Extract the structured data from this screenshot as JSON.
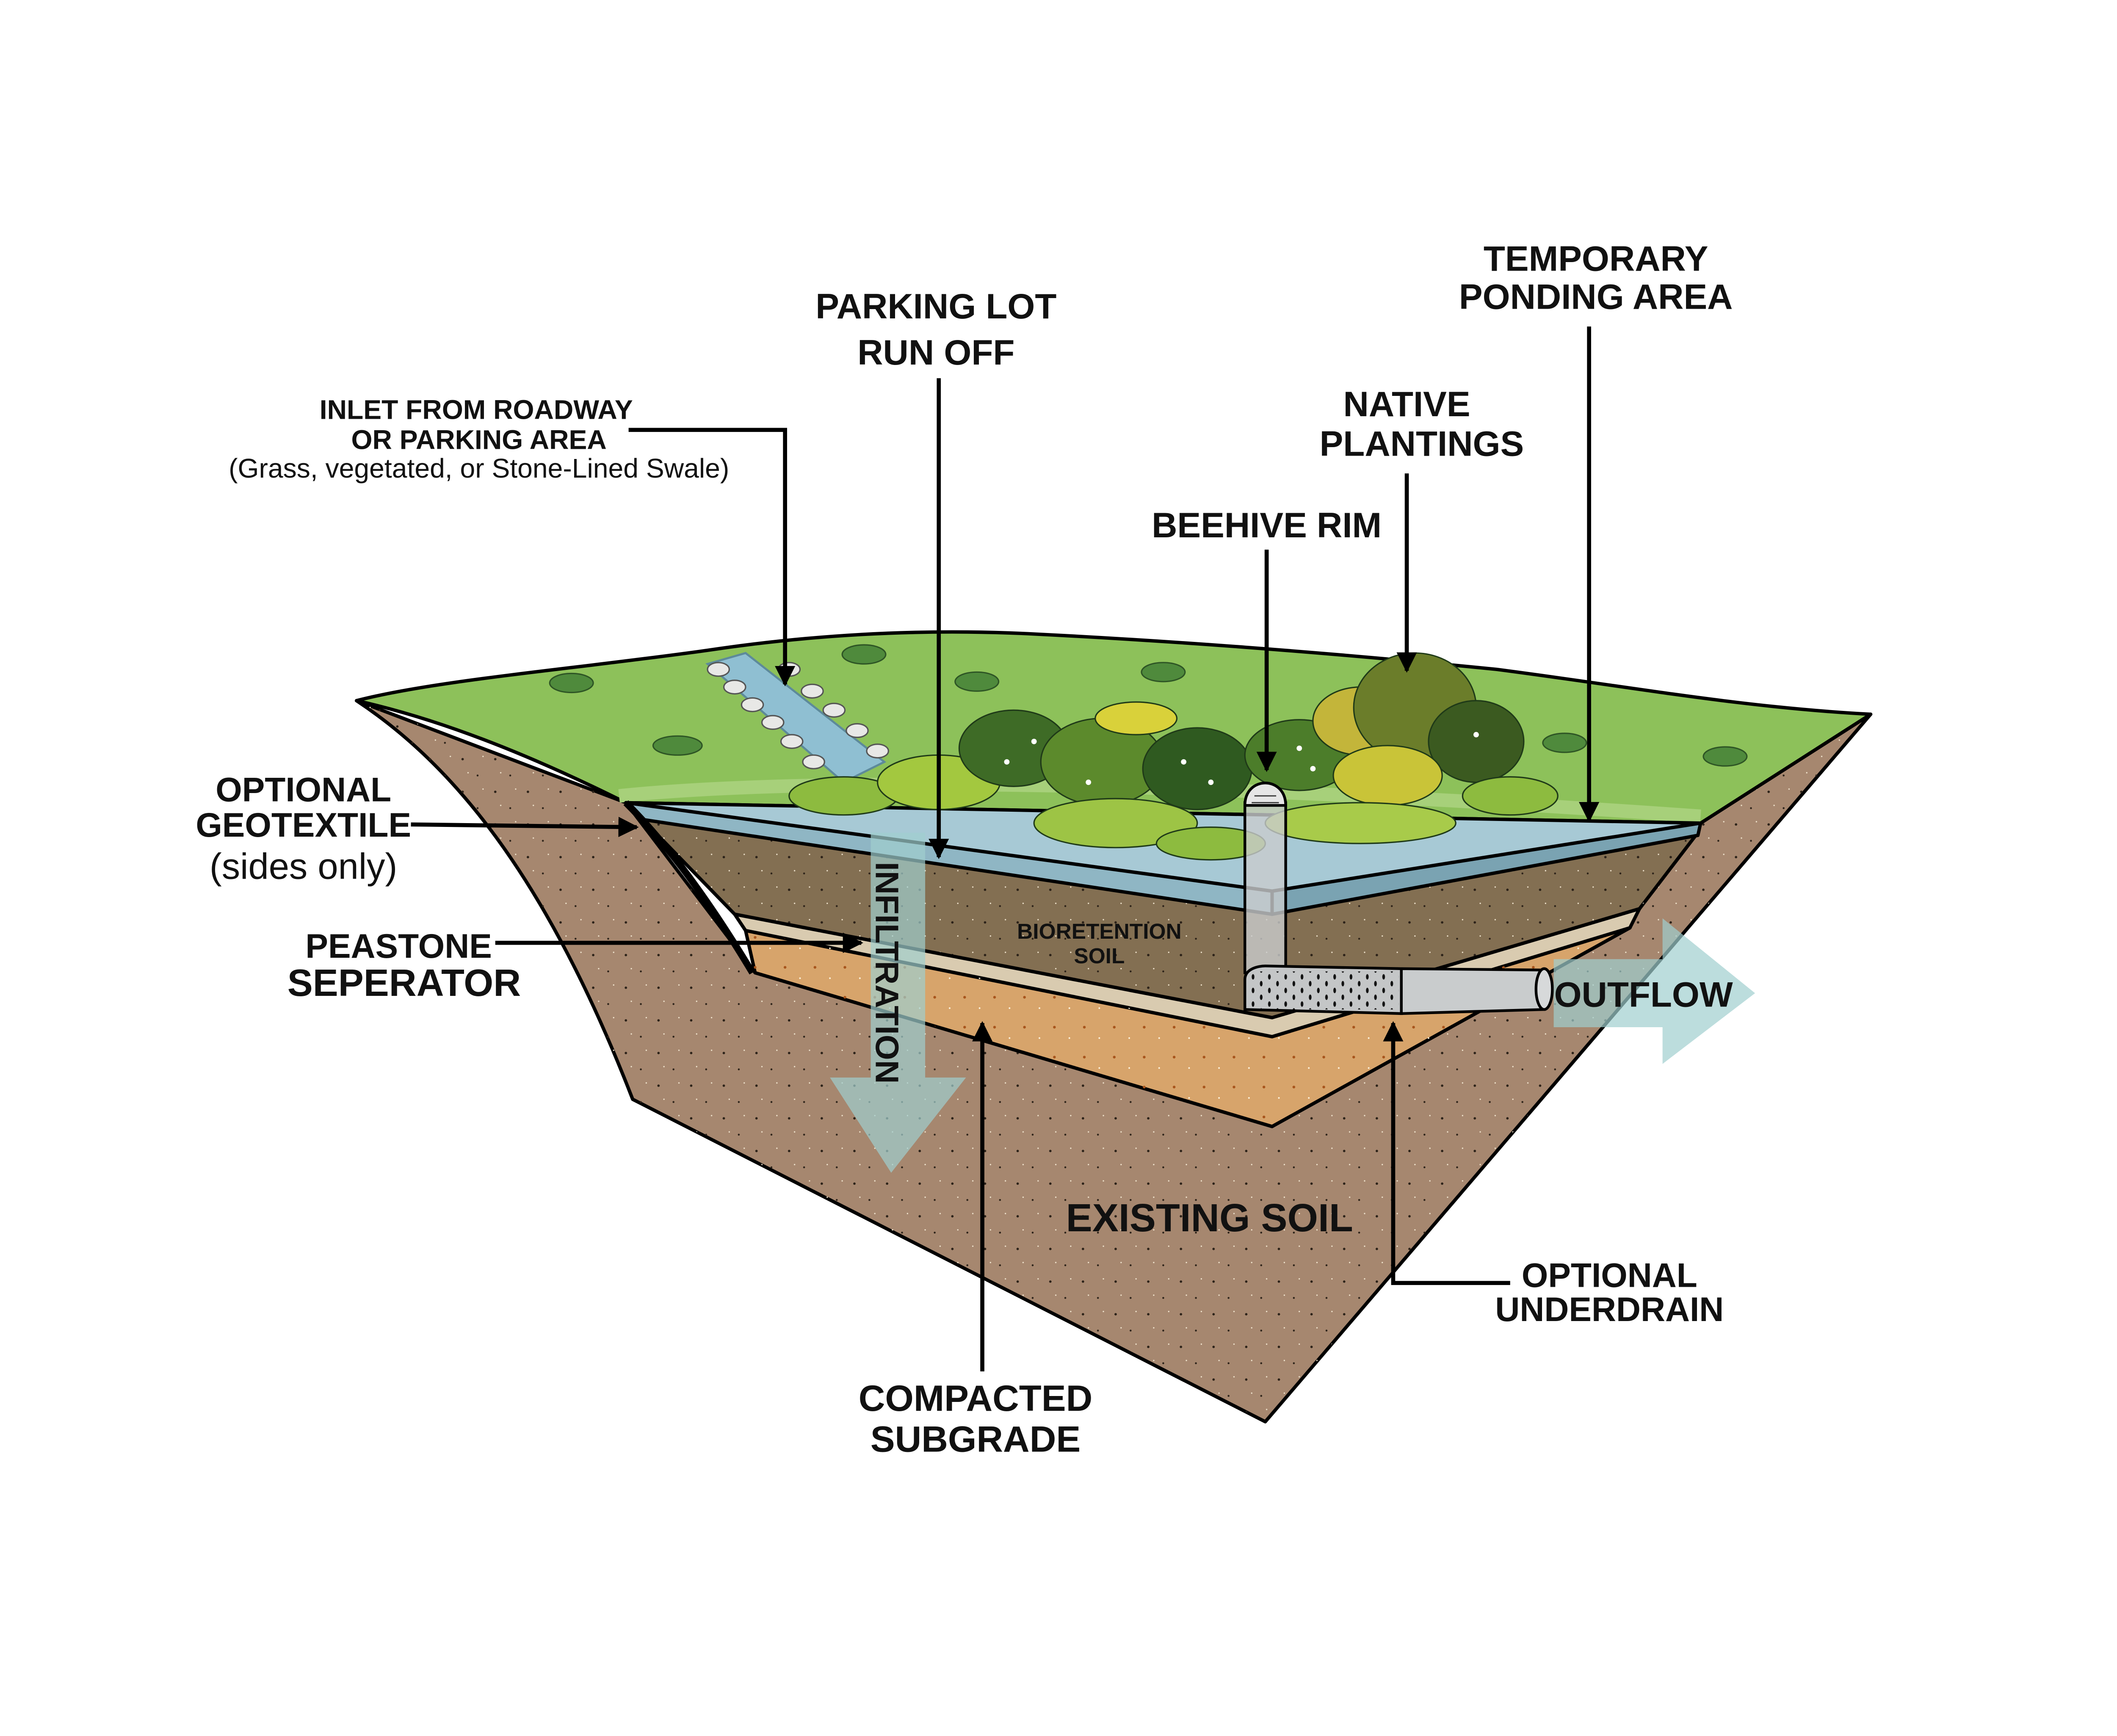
{
  "title": "Bioretention cross-section diagram",
  "colors": {
    "existing_soil": "#a6876f",
    "grass": "#8dc15a",
    "ponding_water": "#8fb6c4",
    "bioretention_soil": "#836f52",
    "peastone": "#d9cbb0",
    "subgrade": "#d7a46b",
    "flow_arrow": "#9fcfcf",
    "pipe": "#c9cccd"
  },
  "labels": {
    "inlet": {
      "line1": "INLET FROM ROADWAY",
      "line2": "OR PARKING AREA",
      "note": "(Grass, vegetated, or Stone-Lined Swale)"
    },
    "runoff": {
      "line1": "PARKING LOT",
      "line2": "RUN OFF"
    },
    "ponding": {
      "line1": "TEMPORARY",
      "line2": "PONDING AREA"
    },
    "plantings": {
      "line1": "NATIVE",
      "line2": "PLANTINGS"
    },
    "beehive": "BEEHIVE RIM",
    "geotextile": {
      "line1": "OPTIONAL",
      "line2": "GEOTEXTILE",
      "note": "(sides only)"
    },
    "peastone": {
      "line1": "PEASTONE",
      "line2": "SEPERATOR"
    },
    "bioretention": {
      "line1": "BIORETENTION",
      "line2": "SOIL"
    },
    "infiltration": "INFILTRATION",
    "outflow": "OUTFLOW",
    "existing_soil": "EXISTING SOIL",
    "underdrain": {
      "line1": "OPTIONAL",
      "line2": "UNDERDRAIN"
    },
    "subgrade": {
      "line1": "COMPACTED",
      "line2": "SUBGRADE"
    }
  }
}
